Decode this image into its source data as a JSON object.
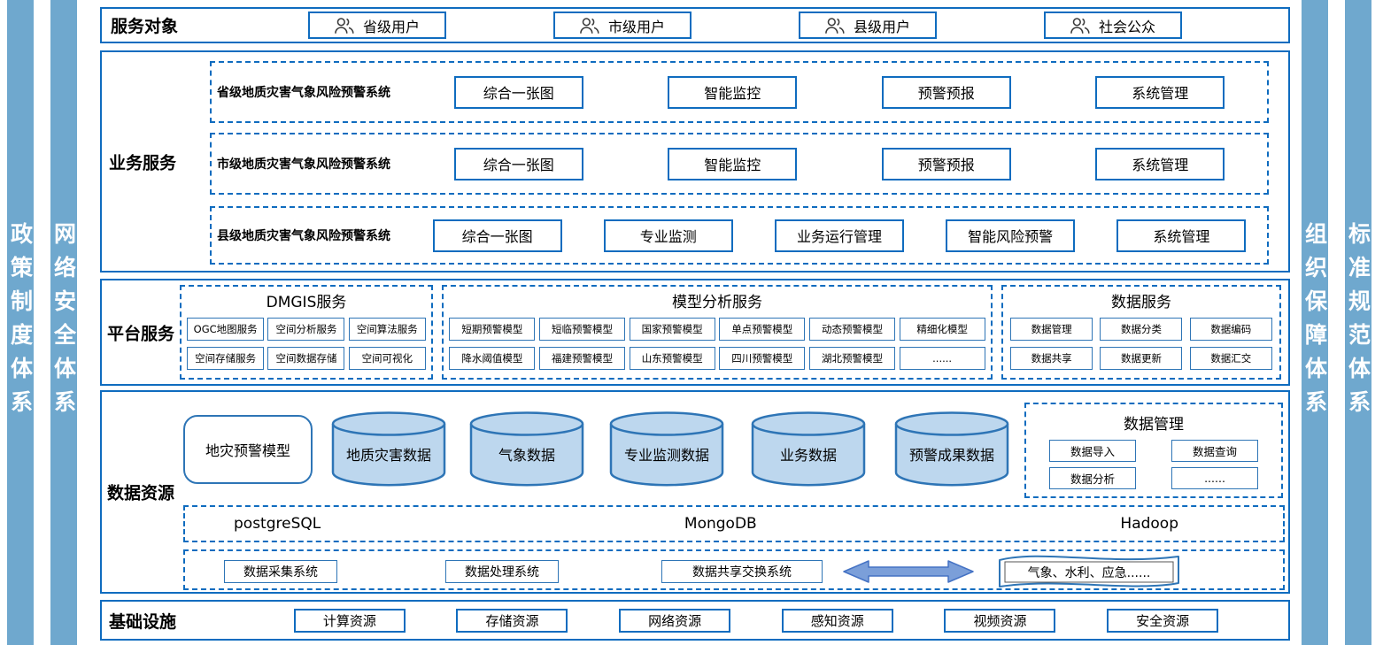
{
  "colors": {
    "border_blue": "#0f6cbf",
    "cell_blue": "#2e75b6",
    "sidebar_blue": "#6fa8ce",
    "cylinder_fill": "#bdd7ee",
    "arrow_fill": "#7b9fd9",
    "arrow_border": "#4472c4"
  },
  "sidebars": {
    "left": [
      "政策制度体系",
      "网络安全体系"
    ],
    "right": [
      "组织保障体系",
      "标准规范体系"
    ]
  },
  "service_targets": {
    "title": "服务对象",
    "items": [
      "省级用户",
      "市级用户",
      "县级用户",
      "社会公众"
    ]
  },
  "business": {
    "title": "业务服务",
    "rows": [
      {
        "label": "省级地质灾害气象风险预警系统",
        "items": [
          "综合一张图",
          "智能监控",
          "预警预报",
          "系统管理"
        ]
      },
      {
        "label": "市级地质灾害气象风险预警系统",
        "items": [
          "综合一张图",
          "智能监控",
          "预警预报",
          "系统管理"
        ]
      },
      {
        "label": "县级地质灾害气象风险预警系统",
        "items": [
          "综合一张图",
          "专业监测",
          "业务运行管理",
          "智能风险预警",
          "系统管理"
        ]
      }
    ]
  },
  "platform": {
    "title": "平台服务",
    "groups": [
      {
        "title": "DMGIS服务",
        "row1": [
          "OGC地图服务",
          "空间分析服务",
          "空间算法服务"
        ],
        "row2": [
          "空间存储服务",
          "空间数据存储",
          "空间可视化"
        ]
      },
      {
        "title": "模型分析服务",
        "row1": [
          "短期预警模型",
          "短临预警模型",
          "国家预警模型",
          "单点预警模型",
          "动态预警模型",
          "精细化模型"
        ],
        "row2": [
          "降水阈值模型",
          "福建预警模型",
          "山东预警模型",
          "四川预警模型",
          "湖北预警模型",
          "......"
        ]
      },
      {
        "title": "数据服务",
        "row1": [
          "数据管理",
          "数据分类",
          "数据编码"
        ],
        "row2": [
          "数据共享",
          "数据更新",
          "数据汇交"
        ]
      }
    ]
  },
  "data_resources": {
    "title": "数据资源",
    "model_box": "地灾预警模型",
    "cylinders": [
      "地质灾害数据",
      "气象数据",
      "专业监测数据",
      "业务数据",
      "预警成果数据"
    ],
    "data_management": {
      "title": "数据管理",
      "items": [
        "数据导入",
        "数据查询",
        "数据分析",
        "......"
      ]
    },
    "databases": [
      "postgreSQL",
      "MongoDB",
      "Hadoop"
    ],
    "systems": [
      "数据采集系统",
      "数据处理系统",
      "数据共享交换系统"
    ],
    "external_link": "气象、水利、应急......"
  },
  "infrastructure": {
    "title": "基础设施",
    "items": [
      "计算资源",
      "存储资源",
      "网络资源",
      "感知资源",
      "视频资源",
      "安全资源"
    ]
  }
}
